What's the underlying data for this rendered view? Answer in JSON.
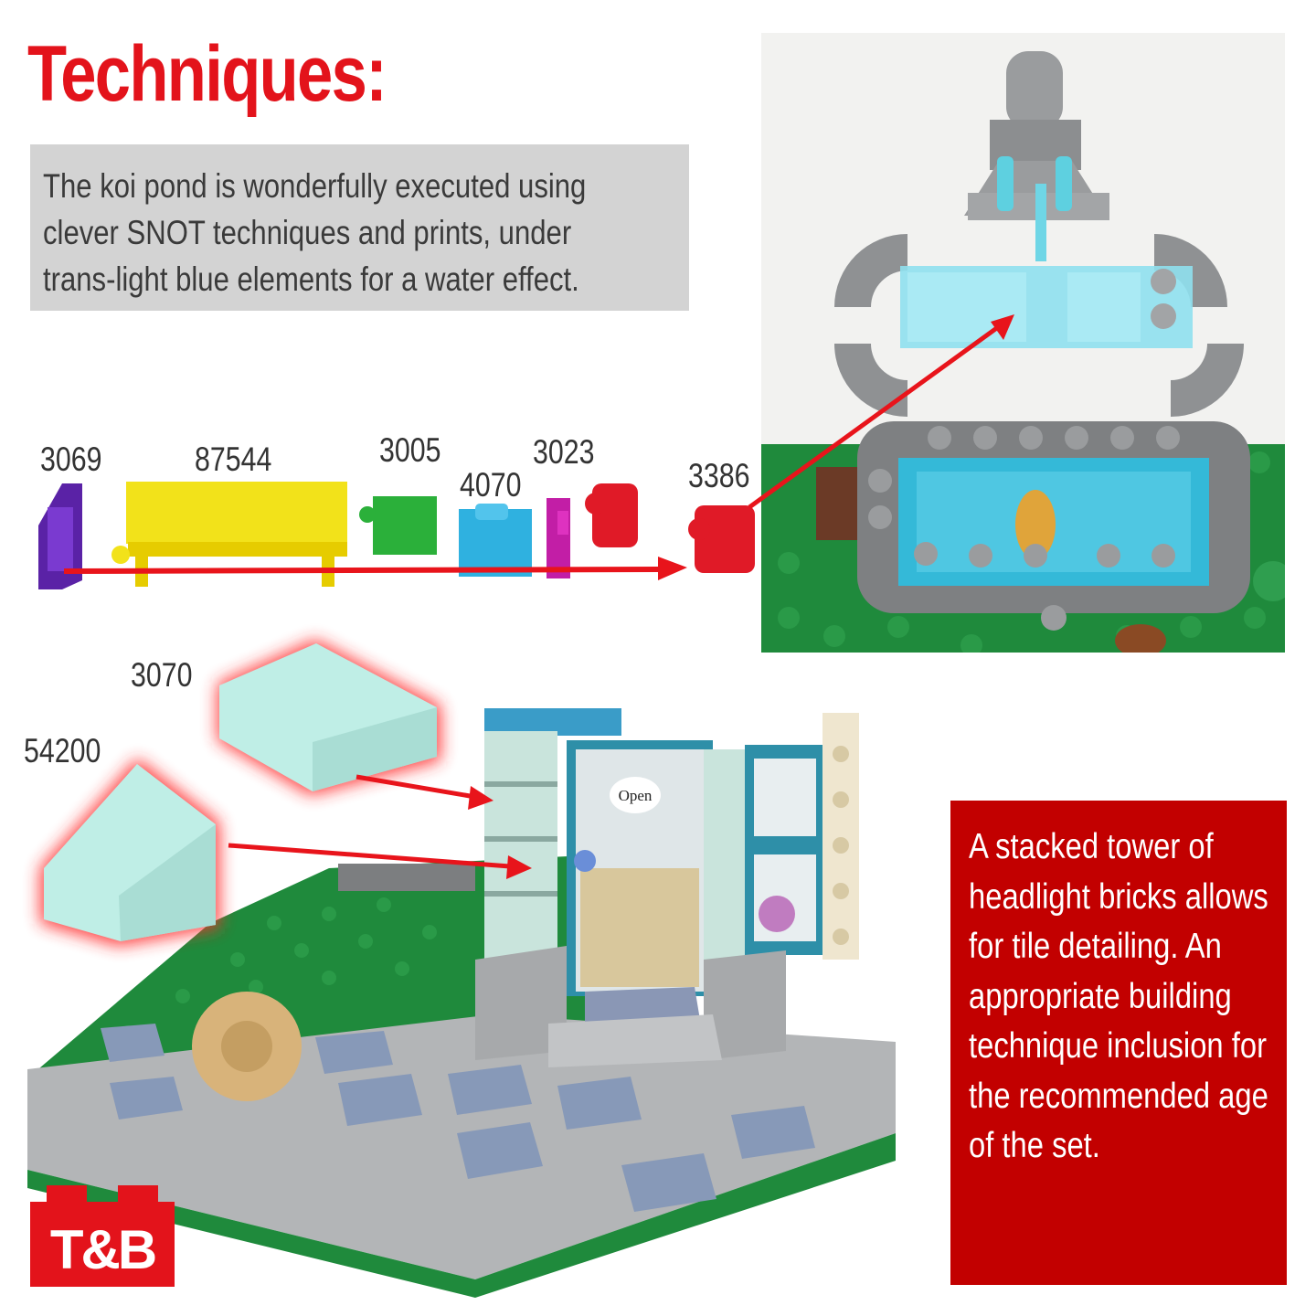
{
  "title": "Techniques:",
  "intro": "The koi pond is wonderfully executed using clever SNOT techniques and prints, under trans-light blue elements for a water effect.",
  "parts": {
    "p3069": "3069",
    "p87544": "87544",
    "p3005": "3005",
    "p4070": "4070",
    "p3023": "3023",
    "p3386": "3386",
    "p3070": "3070",
    "p54200": "54200"
  },
  "info": "A stacked tower of headlight bricks allows for tile detailing. An appropriate building technique inclusion for the recommended age of the set.",
  "door_sign": "Open",
  "logo": "T&B",
  "colors": {
    "title_red": "#e3131b",
    "info_box_red": "#c20000",
    "arrow_red": "#e8141b",
    "intro_box_gray": "#d3d3d3"
  }
}
